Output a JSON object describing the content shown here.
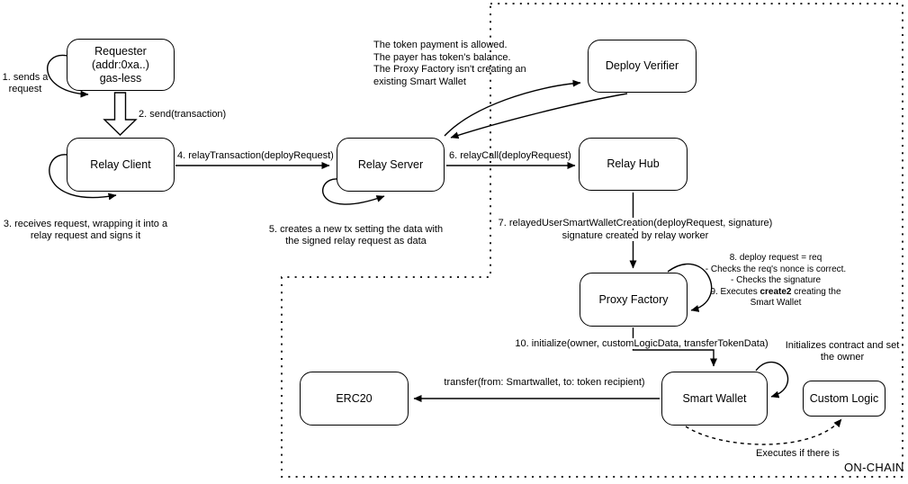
{
  "boxes": {
    "requester_l1": "Requester",
    "requester_l2": "(addr:0xa..)",
    "requester_l3": "gas-less",
    "relay_client": "Relay Client",
    "relay_server": "Relay Server",
    "deploy_verifier": "Deploy Verifier",
    "relay_hub": "Relay Hub",
    "proxy_factory": "Proxy Factory",
    "smart_wallet": "Smart Wallet",
    "custom_logic": "Custom Logic",
    "erc20": "ERC20"
  },
  "labels": {
    "step1": "1. sends a request",
    "step2": "2. send(transaction)",
    "step3": "3. receives request, wrapping it into a relay request and signs it",
    "step4": "4. relayTransaction(deployRequest)",
    "step5": "5. creates a new tx setting the data with the signed relay request as data",
    "step6": "6. relayCall(deployRequest)",
    "step7_l1": "7. relayedUserSmartWalletCreation(deployRequest, signature)",
    "step7_l2": "signature created by relay worker",
    "verifier_note": "The token payment is allowed.\nThe payer has token's balance.\nThe Proxy Factory isn't creating an\nexisting Smart Wallet",
    "note89_l1": "8. deploy request = req",
    "note89_l2": "- Checks the req's nonce is correct.",
    "note89_l3": "- Checks the signature",
    "note89_l4_pre": "9. Executes ",
    "note89_l4_bold": "create2",
    "note89_l4_post": " creating the",
    "note89_l5": "Smart Wallet",
    "step10": "10. initialize(owner, customLogicData, transferTokenData)",
    "custom_logic_note": "Initializes contract and set the owner",
    "transfer": "transfer(from: Smartwallet, to: token recipient)",
    "executes_note": "Executes if there is",
    "onchain": "ON-CHAIN"
  },
  "colors": {
    "stroke": "#000000",
    "background": "#ffffff"
  }
}
